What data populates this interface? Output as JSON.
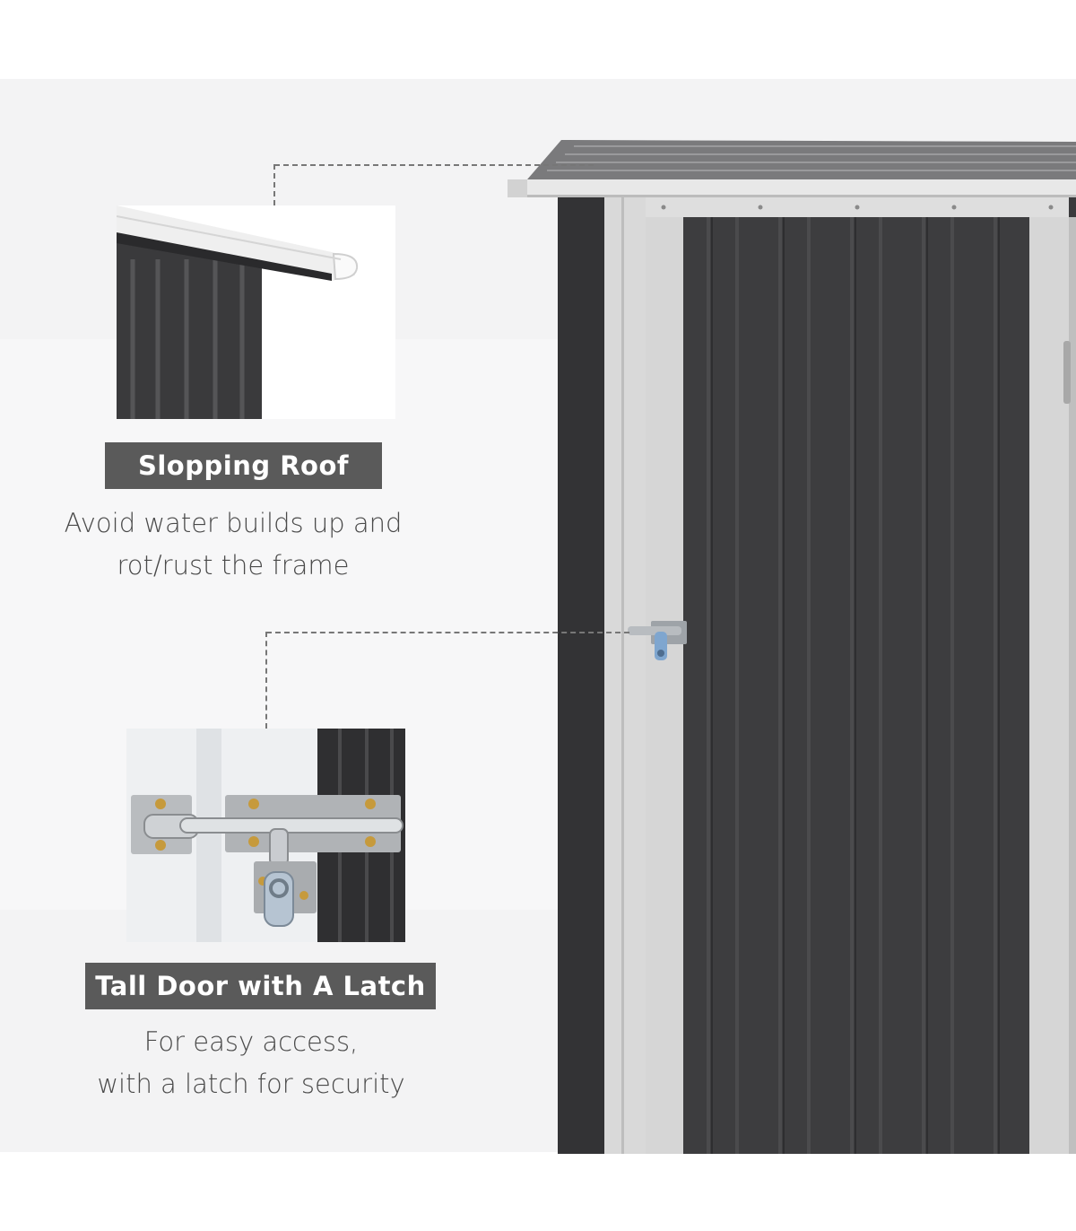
{
  "features": [
    {
      "title": "Slopping Roof",
      "desc_line1": "Avoid water builds up and",
      "desc_line2": "rot/rust the frame"
    },
    {
      "title": "Tall Door with A Latch",
      "desc_line1": "For easy access,",
      "desc_line2": "with a latch for security"
    }
  ],
  "colors": {
    "label_bg": "#5a5a5a",
    "shed_panel": "#3b3b3d",
    "shed_trim": "#d8d8d8",
    "background": "#f3f3f4"
  }
}
